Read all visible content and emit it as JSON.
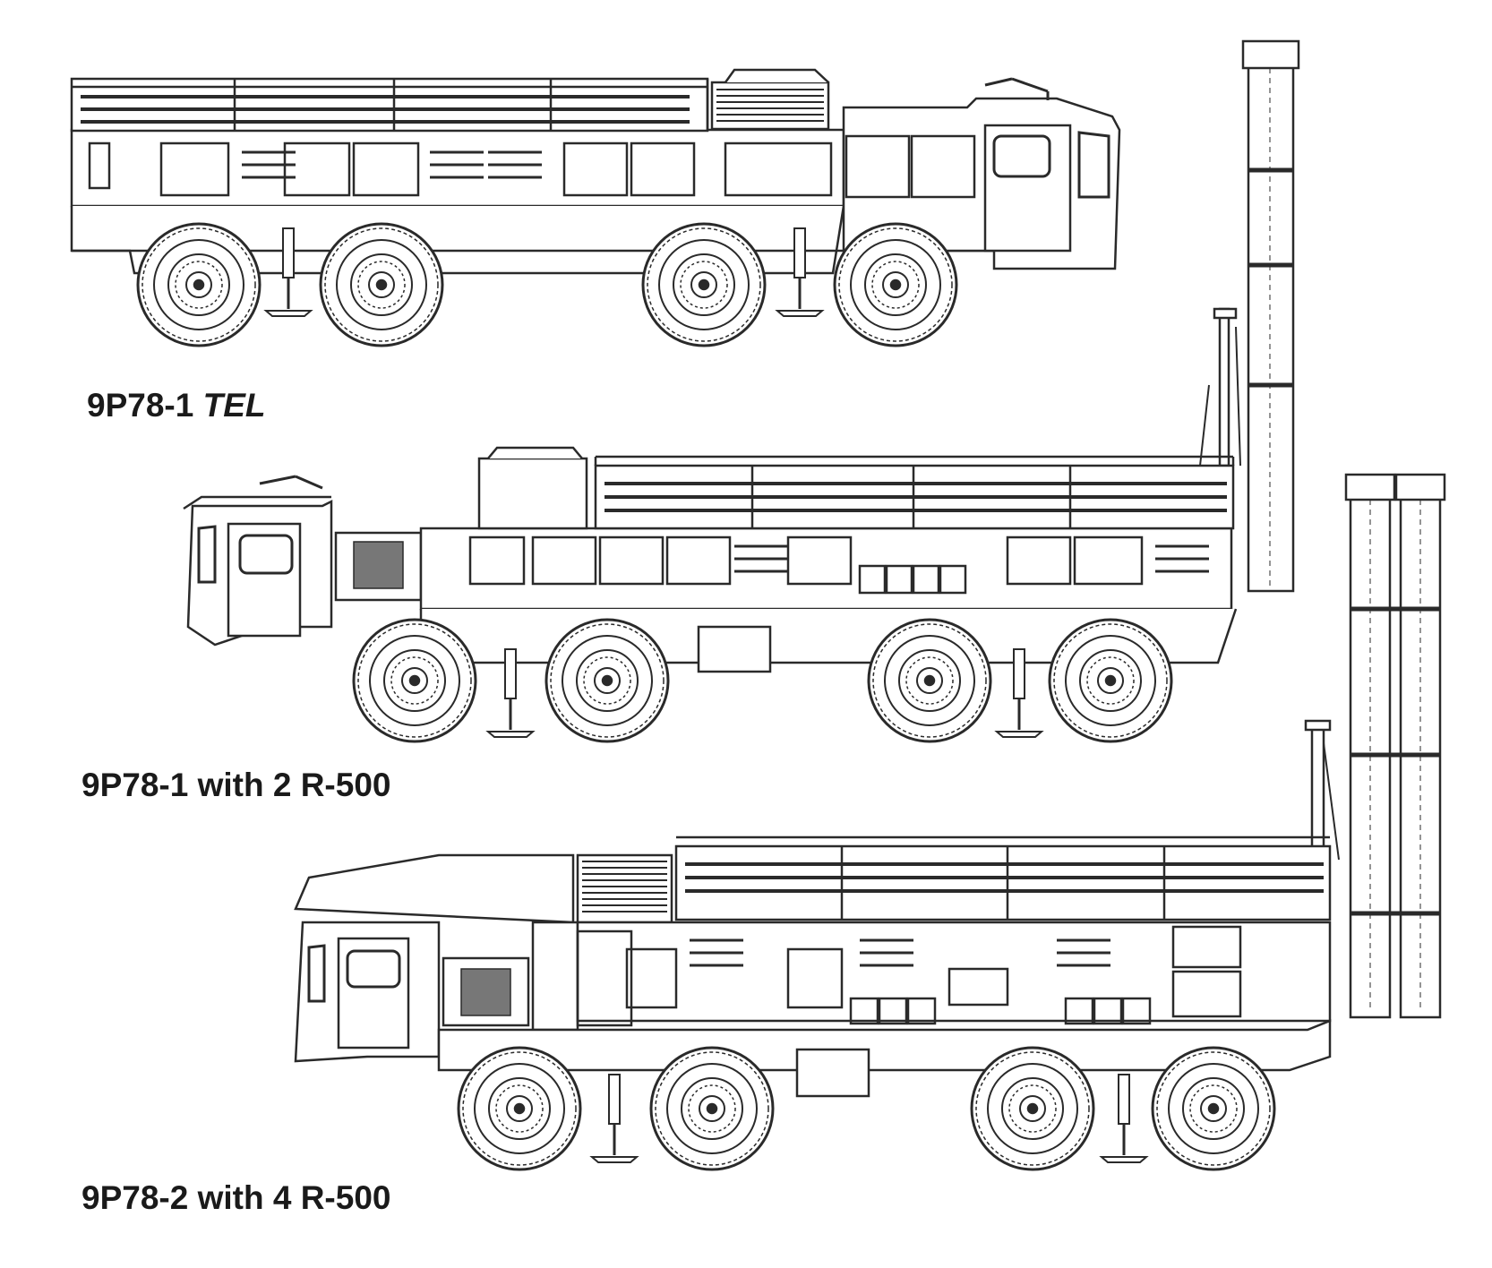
{
  "figure": {
    "ink_color": "#2a2a2a",
    "background": "#ffffff"
  },
  "vehicles": [
    {
      "caption": {
        "designation": "9P78-1",
        "suffix": "TEL"
      },
      "tubes_raised": 0,
      "facing": "right"
    },
    {
      "caption": {
        "designation": "9P78-1 with 2 R-500",
        "suffix": ""
      },
      "tubes_raised": 1,
      "facing": "left"
    },
    {
      "caption": {
        "designation": "9P78-2 with 4 R-500",
        "suffix": ""
      },
      "tubes_raised": 2,
      "facing": "left"
    }
  ]
}
